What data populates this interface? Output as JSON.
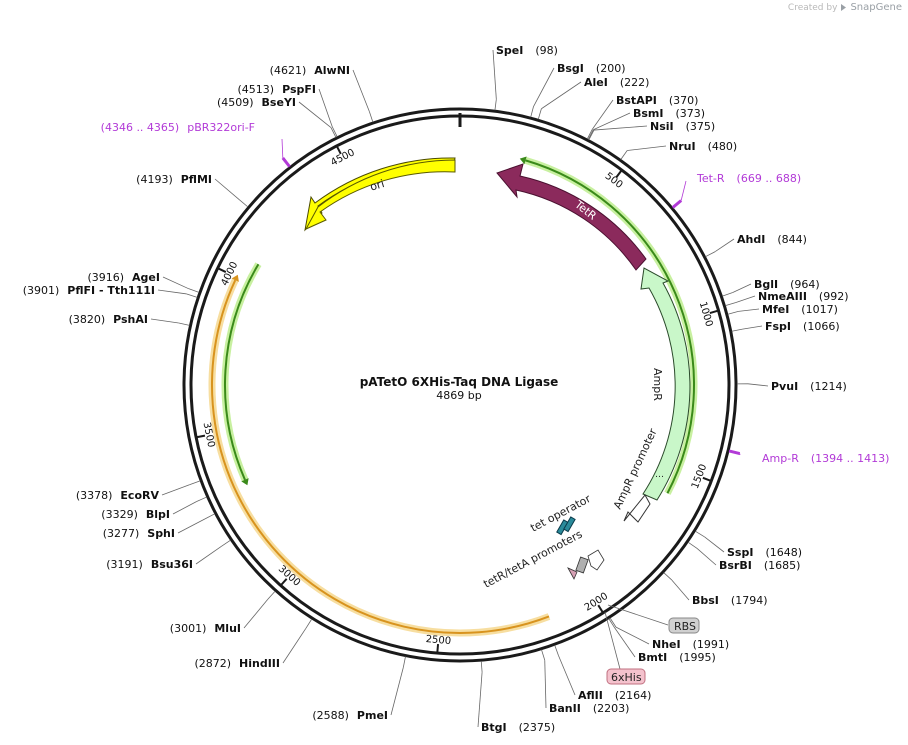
{
  "credit": {
    "prefix": "Created by",
    "brand": "SnapGene"
  },
  "plasmid": {
    "name": "pATetO 6XHis-Taq DNA Ligase",
    "length_label": "4869 bp",
    "length": 4869
  },
  "ticks": [
    {
      "pos": 500,
      "label": "500"
    },
    {
      "pos": 1000,
      "label": "1000"
    },
    {
      "pos": 1500,
      "label": "1500"
    },
    {
      "pos": 2000,
      "label": "2000"
    },
    {
      "pos": 2500,
      "label": "2500"
    },
    {
      "pos": 3000,
      "label": "3000"
    },
    {
      "pos": 3500,
      "label": "3500"
    },
    {
      "pos": 4000,
      "label": "4000"
    },
    {
      "pos": 4500,
      "label": "4500"
    }
  ],
  "sites_right": [
    {
      "name": "SpeI",
      "pos_text": "(98)",
      "pos": 98
    },
    {
      "name": "BsgI",
      "pos_text": "(200)",
      "pos": 200
    },
    {
      "name": "AleI",
      "pos_text": "(222)",
      "pos": 222
    },
    {
      "name": "BstAPI",
      "pos_text": "(370)",
      "pos": 370
    },
    {
      "name": "BsmI",
      "pos_text": "(373)",
      "pos": 373
    },
    {
      "name": "NsiI",
      "pos_text": "(375)",
      "pos": 375
    },
    {
      "name": "NruI",
      "pos_text": "(480)",
      "pos": 480
    },
    {
      "name": "AhdI",
      "pos_text": "(844)",
      "pos": 844
    },
    {
      "name": "BglI",
      "pos_text": "(964)",
      "pos": 964
    },
    {
      "name": "NmeAIII",
      "pos_text": "(992)",
      "pos": 992
    },
    {
      "name": "MfeI",
      "pos_text": "(1017)",
      "pos": 1017
    },
    {
      "name": "FspI",
      "pos_text": "(1066)",
      "pos": 1066
    },
    {
      "name": "PvuI",
      "pos_text": "(1214)",
      "pos": 1214
    },
    {
      "name": "SspI",
      "pos_text": "(1648)",
      "pos": 1648
    },
    {
      "name": "BsrBI",
      "pos_text": "(1685)",
      "pos": 1685
    },
    {
      "name": "BbsI",
      "pos_text": "(1794)",
      "pos": 1794
    },
    {
      "name": "NheI",
      "pos_text": "(1991)",
      "pos": 1991
    },
    {
      "name": "BmtI",
      "pos_text": "(1995)",
      "pos": 1995
    },
    {
      "name": "AflII",
      "pos_text": "(2164)",
      "pos": 2164
    },
    {
      "name": "BanII",
      "pos_text": "(2203)",
      "pos": 2203
    },
    {
      "name": "BtgI",
      "pos_text": "(2375)",
      "pos": 2375
    }
  ],
  "sites_left": [
    {
      "name": "PmeI",
      "pos_text": "(2588)",
      "pos": 2588
    },
    {
      "name": "HindIII",
      "pos_text": "(2872)",
      "pos": 2872
    },
    {
      "name": "MluI",
      "pos_text": "(3001)",
      "pos": 3001
    },
    {
      "name": "Bsu36I",
      "pos_text": "(3191)",
      "pos": 3191
    },
    {
      "name": "SphI",
      "pos_text": "(3277)",
      "pos": 3277
    },
    {
      "name": "BlpI",
      "pos_text": "(3329)",
      "pos": 3329
    },
    {
      "name": "EcoRV",
      "pos_text": "(3378)",
      "pos": 3378
    },
    {
      "name": "PshAI",
      "pos_text": "(3820)",
      "pos": 3820
    },
    {
      "name": "PflFI - Tth111I",
      "pos_text": "(3901)",
      "pos": 3901
    },
    {
      "name": "AgeI",
      "pos_text": "(3916)",
      "pos": 3916
    },
    {
      "name": "PflMI",
      "pos_text": "(4193)",
      "pos": 4193
    },
    {
      "name": "BseYI",
      "pos_text": "(4509)",
      "pos": 4509
    },
    {
      "name": "PspFI",
      "pos_text": "(4513)",
      "pos": 4513
    },
    {
      "name": "AlwNI",
      "pos_text": "(4621)",
      "pos": 4621
    }
  ],
  "primers": [
    {
      "name": "Tet-R",
      "range_text": "(669 .. 688)",
      "start": 669,
      "end": 688
    },
    {
      "name": "Amp-R",
      "range_text": "(1394 .. 1413)",
      "start": 1394,
      "end": 1413
    },
    {
      "name": "pBR322ori-F",
      "range_text": "(4346 .. 4365)",
      "start": 4346,
      "end": 4365
    }
  ],
  "features": [
    {
      "name": "TetR",
      "type": "CDS",
      "color": "#8b2a5c"
    },
    {
      "name": "AmpR",
      "type": "CDS",
      "color": "#c9f7c9"
    },
    {
      "name": "AmpR promoter",
      "type": "promoter",
      "color": "#ffffff"
    },
    {
      "name": "ori",
      "type": "rep_origin",
      "color": "#ffff00"
    },
    {
      "name": "tet operator",
      "type": "protein_bind",
      "color": "#2a8a9a"
    },
    {
      "name": "tetR/tetA promoters",
      "type": "promoter",
      "color": "#ffffff"
    },
    {
      "name": "RBS",
      "type": "RBS",
      "color": "#d0d0d0"
    },
    {
      "name": "6xHis",
      "type": "tag",
      "color": "#f4c2cd"
    }
  ],
  "colors": {
    "backbone": "#1a1a1a",
    "primer": "#b23ad7",
    "orf_green": "#3a8a1a",
    "orf_green_halo": "#c8f0a0",
    "orf_orange": "#d8931e",
    "orf_orange_halo": "#f7dea0",
    "leader": "#666666"
  }
}
